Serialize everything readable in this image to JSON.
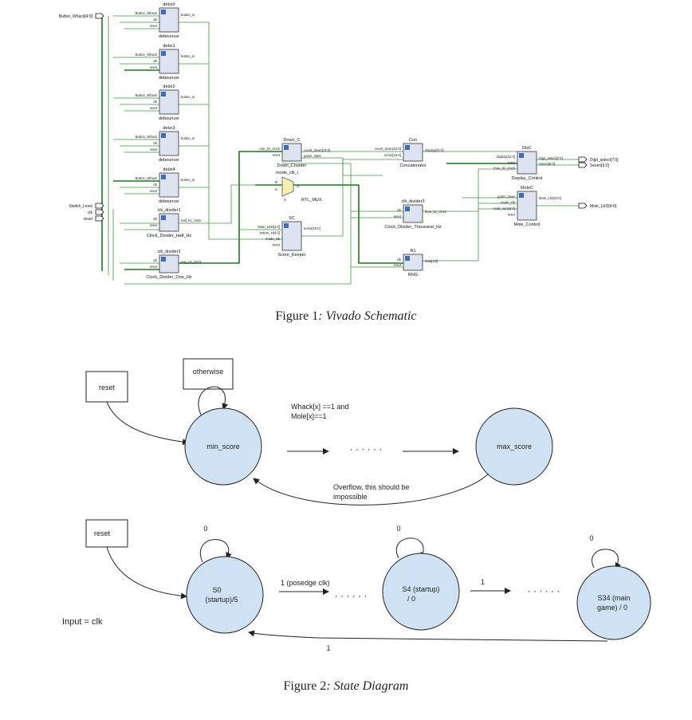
{
  "figure1": {
    "caption_prefix": "Figure 1",
    "caption_title": ": Vivado Schematic",
    "ports_in": [
      "Button_Whack[4:0]",
      "Switch_Level",
      "clk",
      "reset"
    ],
    "ports_out": [
      "Digit_select[7:0]",
      "Seven[6:0]",
      "Mole_LED[4:0]"
    ],
    "blocks": [
      {
        "key": "debo0",
        "inst": "debo0",
        "type": "debouncer",
        "inputs": [
          "Button_Whack",
          "clk",
          "reset"
        ],
        "outputs": [
          "button_in"
        ]
      },
      {
        "key": "debo1",
        "inst": "debo1",
        "type": "debouncer",
        "inputs": [
          "Button_Whack",
          "clk",
          "reset"
        ],
        "outputs": [
          "button_in"
        ]
      },
      {
        "key": "debo2",
        "inst": "debo2",
        "type": "debouncer",
        "inputs": [
          "Button_Whack",
          "clk",
          "reset"
        ],
        "outputs": [
          "button_in"
        ]
      },
      {
        "key": "debo3",
        "inst": "debo3",
        "type": "debouncer",
        "inputs": [
          "Button_Whack",
          "clk",
          "reset"
        ],
        "outputs": [
          "button_in"
        ]
      },
      {
        "key": "debo4",
        "inst": "debo4",
        "type": "debouncer",
        "inputs": [
          "Button_Whack",
          "clk",
          "reset"
        ],
        "outputs": [
          "button_in"
        ]
      },
      {
        "key": "clk_divider1",
        "inst": "clk_divider1",
        "type": "Clock_Divider_Half_Hz",
        "inputs": [
          "clk",
          "reset"
        ],
        "outputs": [
          "half_hz_clock"
        ]
      },
      {
        "key": "clk_divider2",
        "inst": "clk_divider2",
        "type": "Clock_Divider_One_Hz",
        "inputs": [
          "clk",
          "reset"
        ],
        "outputs": [
          "one_hz_clock"
        ]
      },
      {
        "key": "down_c",
        "inst": "Down_C",
        "type": "Down_Counter",
        "inputs": [
          "one_hz_clock",
          "reset"
        ],
        "outputs": [
          "count_down[15:0]",
          "game_state"
        ]
      },
      {
        "key": "sc",
        "inst": "SC",
        "type": "Score_Keeper",
        "inputs": [
          "Mole_LED[4:0]",
          "button_in[4:0]",
          "mode_clk",
          "reset"
        ],
        "outputs": [
          "score[15:0]"
        ]
      },
      {
        "key": "con",
        "inst": "Con",
        "type": "Concatenator",
        "inputs": [
          "count_down[15:0]",
          "score[15:0]"
        ],
        "outputs": [
          "display[31:0]"
        ]
      },
      {
        "key": "clk_divider3",
        "inst": "clk_divider3",
        "type": "Clock_Divider_Thousand_Hz",
        "inputs": [
          "clk",
          "reset"
        ],
        "outputs": [
          "thou_hz_clock"
        ]
      },
      {
        "key": "r1",
        "inst": "R1",
        "type": "RNG",
        "inputs": [
          "clk",
          "reset"
        ],
        "outputs": [
          "data[4:0]"
        ]
      },
      {
        "key": "disc",
        "inst": "DisC",
        "type": "Display_Control",
        "inputs": [
          "display[31:0]",
          "reset",
          "thou_hz_clock"
        ],
        "outputs": [
          "Digit_select[7:0]",
          "Seven[6:0]"
        ]
      },
      {
        "key": "molec",
        "inst": "MoleC",
        "type": "Mole_Control",
        "inputs": [
          "game_state",
          "mode_clk",
          "rand_num[4:0]",
          "reset"
        ],
        "outputs": [
          "Mole_LED[4:0]"
        ]
      }
    ],
    "mux": {
      "inst": "mode_clk_i",
      "type": "RTL_MUX",
      "in0": "I0",
      "in1": "I1",
      "out": "O",
      "sel": "S"
    }
  },
  "figure2": {
    "caption_prefix": "Figure 2",
    "caption_title": ": State Diagram",
    "top": {
      "reset_label": "reset",
      "otherwise_label": "otherwise",
      "state_min": "min_score",
      "state_max": "max_score",
      "transition_label_1": "Whack[x] ==1 and",
      "transition_label_2": "Mole[x]==1",
      "dots": "· · · · · ·",
      "overflow_1": "Overflow, this should be",
      "overflow_2": "impossible"
    },
    "bottom": {
      "reset_label": "reset",
      "input_label": "Input = clk",
      "s0_line1": "S0",
      "s0_line2": "(startup)/5",
      "s4_line1": "S4 (startup)",
      "s4_line2": "/ 0",
      "s34_line1": "S34 (main",
      "s34_line2": "game) / 0",
      "self_loop_label": "0",
      "edge1": "1 (posedge clk)",
      "edge2": "1",
      "back_edge": "1",
      "dots": "· · · · · ·"
    },
    "colors": {
      "state_fill": "#cfe2f3",
      "wire": "#3a9a3a",
      "bus": "#1a7a1a"
    }
  }
}
